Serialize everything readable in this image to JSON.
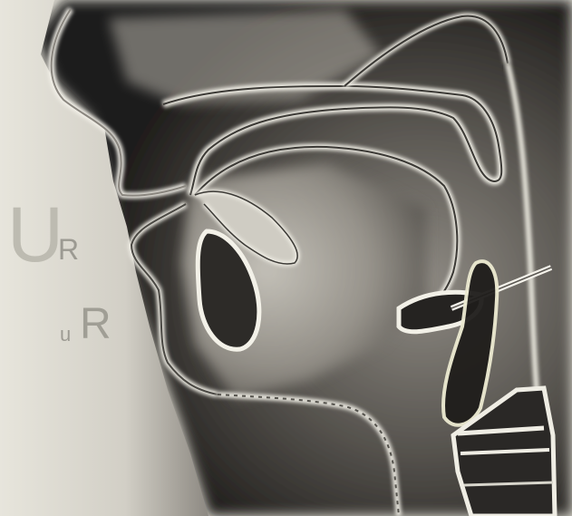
{
  "figure": {
    "labels": {
      "big_u": "U",
      "small_r": "R",
      "small_u": "u",
      "big_r": "R"
    },
    "subject": "vocal-tract-sagittal-section-photograph"
  },
  "colors": {
    "paper": "#e9e7dd",
    "dark": "#2a2826",
    "mid": "#6f6c66",
    "outline": "#f2f0e8"
  }
}
